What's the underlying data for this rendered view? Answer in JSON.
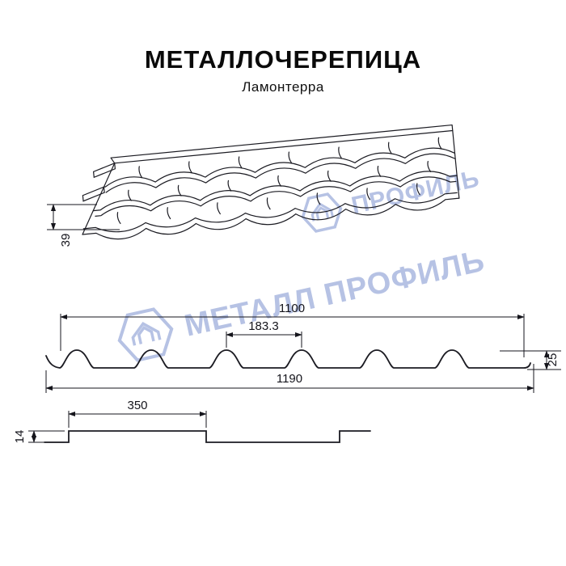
{
  "header": {
    "title": "МЕТАЛЛОЧЕРЕПИЦА",
    "subtitle": "Ламонтерра"
  },
  "watermarks": {
    "primary_text": "МЕТАЛЛ ПРОФИЛЬ",
    "secondary_text": "ПРОФИЛЬ",
    "color": "#b6c2e4"
  },
  "drawing": {
    "line_color": "#1b1b22",
    "dimensions": {
      "roof_edge_height": "39",
      "cover_width": "1100",
      "wave_pitch": "183.3",
      "profile_height": "25",
      "overall_width": "1190",
      "module_length": "350",
      "step_height": "14"
    }
  }
}
